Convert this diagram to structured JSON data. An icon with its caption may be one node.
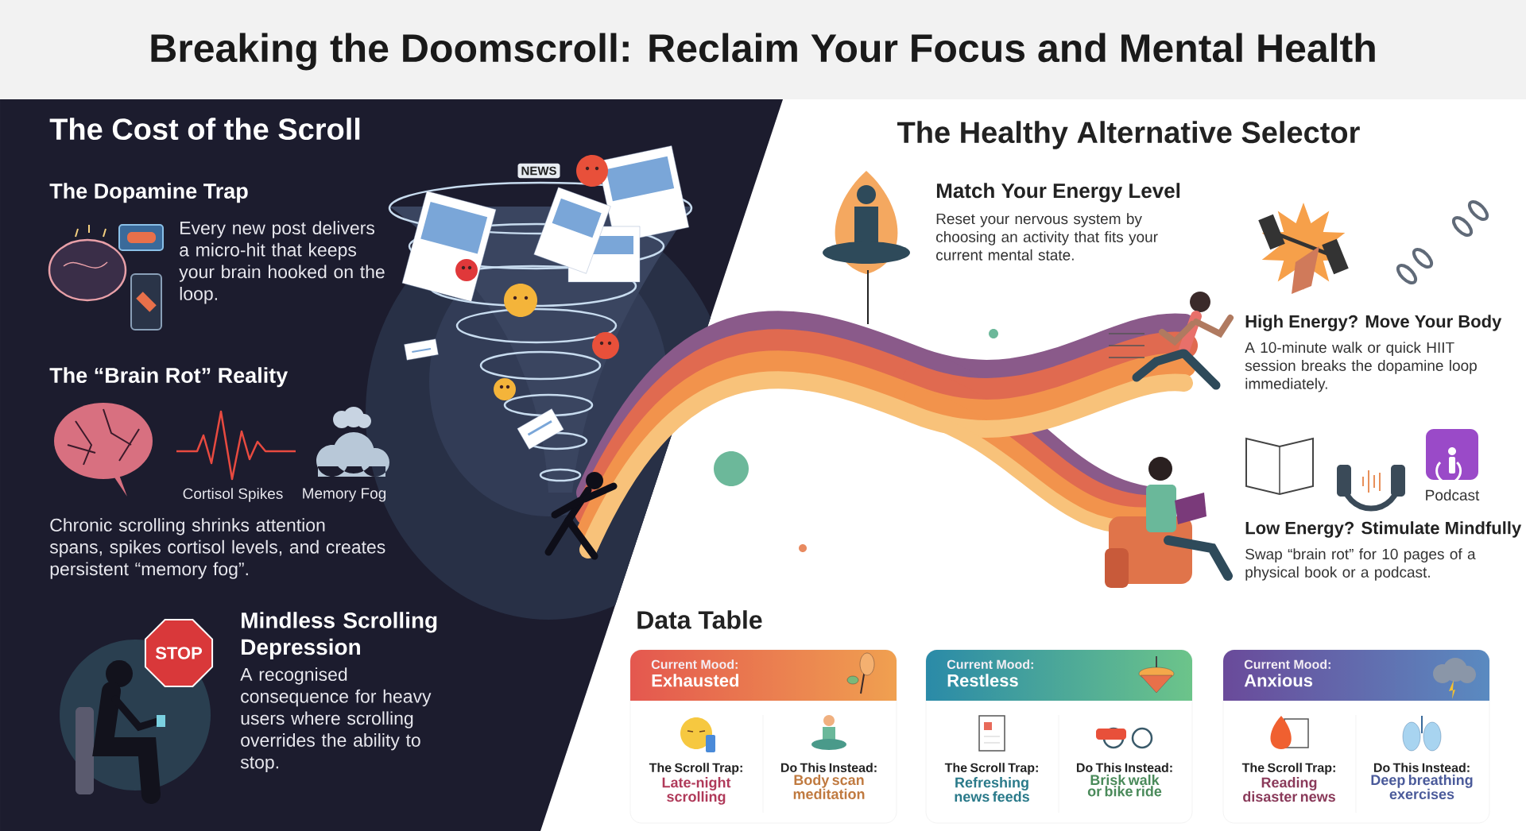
{
  "diagram": {
    "title": "Breaking the Doomscroll: Reclaim Your Focus and Mental Health",
    "nodes": [
      {
        "text": [
          "Current Mood:",
          "Exhausted"
        ]
      },
      {
        "text": [
          "The Scroll Trap:",
          "Late-night scrolling"
        ],
        "in": 0
      },
      {
        "text": [
          "Do This Instead:",
          "Body scan meditation"
        ],
        "in": 0
      },
      {
        "text": [
          "Current Mood:",
          "Restless"
        ]
      },
      {
        "text": [
          "The Scroll Trap:",
          "Refreshing news feeds"
        ],
        "in": 3
      },
      {
        "text": [
          "Do This Instead:",
          "Brisk walk or bike ride"
        ],
        "in": 3
      },
      {
        "text": [
          "Current Mood:",
          "Anxious"
        ]
      },
      {
        "text": [
          "The Scroll Trap:",
          "Reading disaster news"
        ],
        "in": 6
      },
      {
        "text": [
          "Do This Instead:",
          "Deep breathing exercises"
        ],
        "in": 6
      }
    ],
    "labels": [
      "The Cost of the Scroll",
      "The Dopamine Trap",
      "Every new post delivers a micro-hit that keeps your brain hooked on the loop.",
      "NEWS",
      "The “Brain Rot” Reality",
      "Cortisol Spikes",
      "Memory Fog",
      "Chronic scrolling shrinks attention spans, spikes cortisol levels, and creates persistent “memory fog”.",
      "STOP",
      "Mindless Scrolling Depression",
      "A recognised consequence for heavy users where scrolling overrides the ability to stop.",
      "The Healthy Alternative Selector",
      "Match Your Energy Level",
      "Reset your nervous system by choosing an activity that fits your current mental state.",
      "High Energy? Move Your Body",
      "A 10-minute walk or quick HIIT session breaks the dopamine loop immediately.",
      "Podcast",
      "Low Energy? Stimulate Mindfully",
      "Swap “brain rot” for 10 pages of a physical book or a podcast.",
      "Data Table"
    ]
  }
}
